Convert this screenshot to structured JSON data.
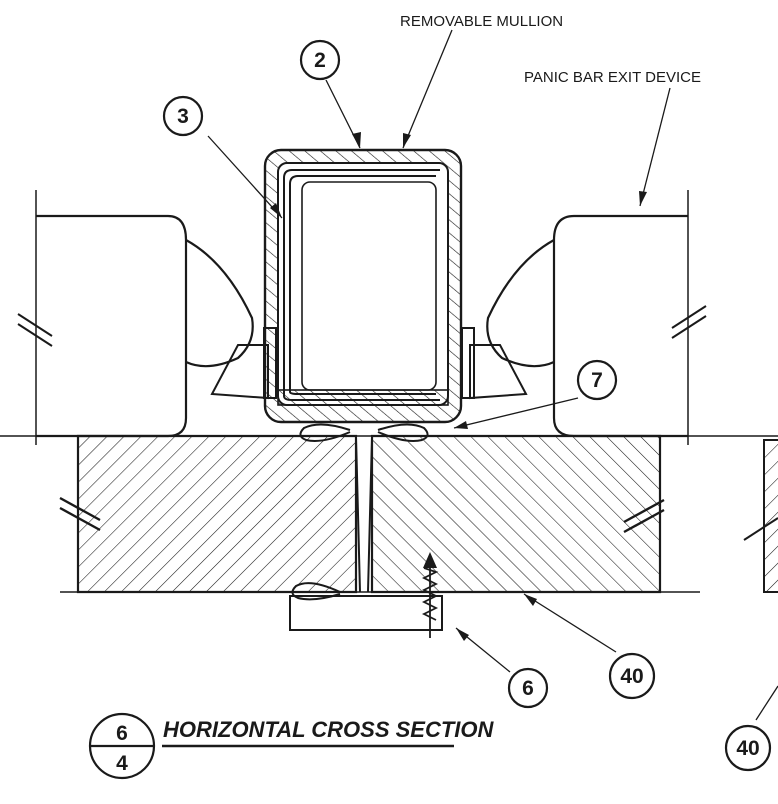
{
  "callouts": {
    "removable_mullion": "REMOVABLE MULLION",
    "panic_bar": "PANIC BAR EXIT DEVICE",
    "bubble_2": "2",
    "bubble_3": "3",
    "bubble_7": "7",
    "bubble_6": "6",
    "bubble_40": "40",
    "bubble_40_right": "40"
  },
  "title_block": {
    "detail_number": "6",
    "sheet_number": "4",
    "title": "HORIZONTAL CROSS SECTION"
  },
  "colors": {
    "ink": "#1a1a1a",
    "background": "#ffffff"
  }
}
